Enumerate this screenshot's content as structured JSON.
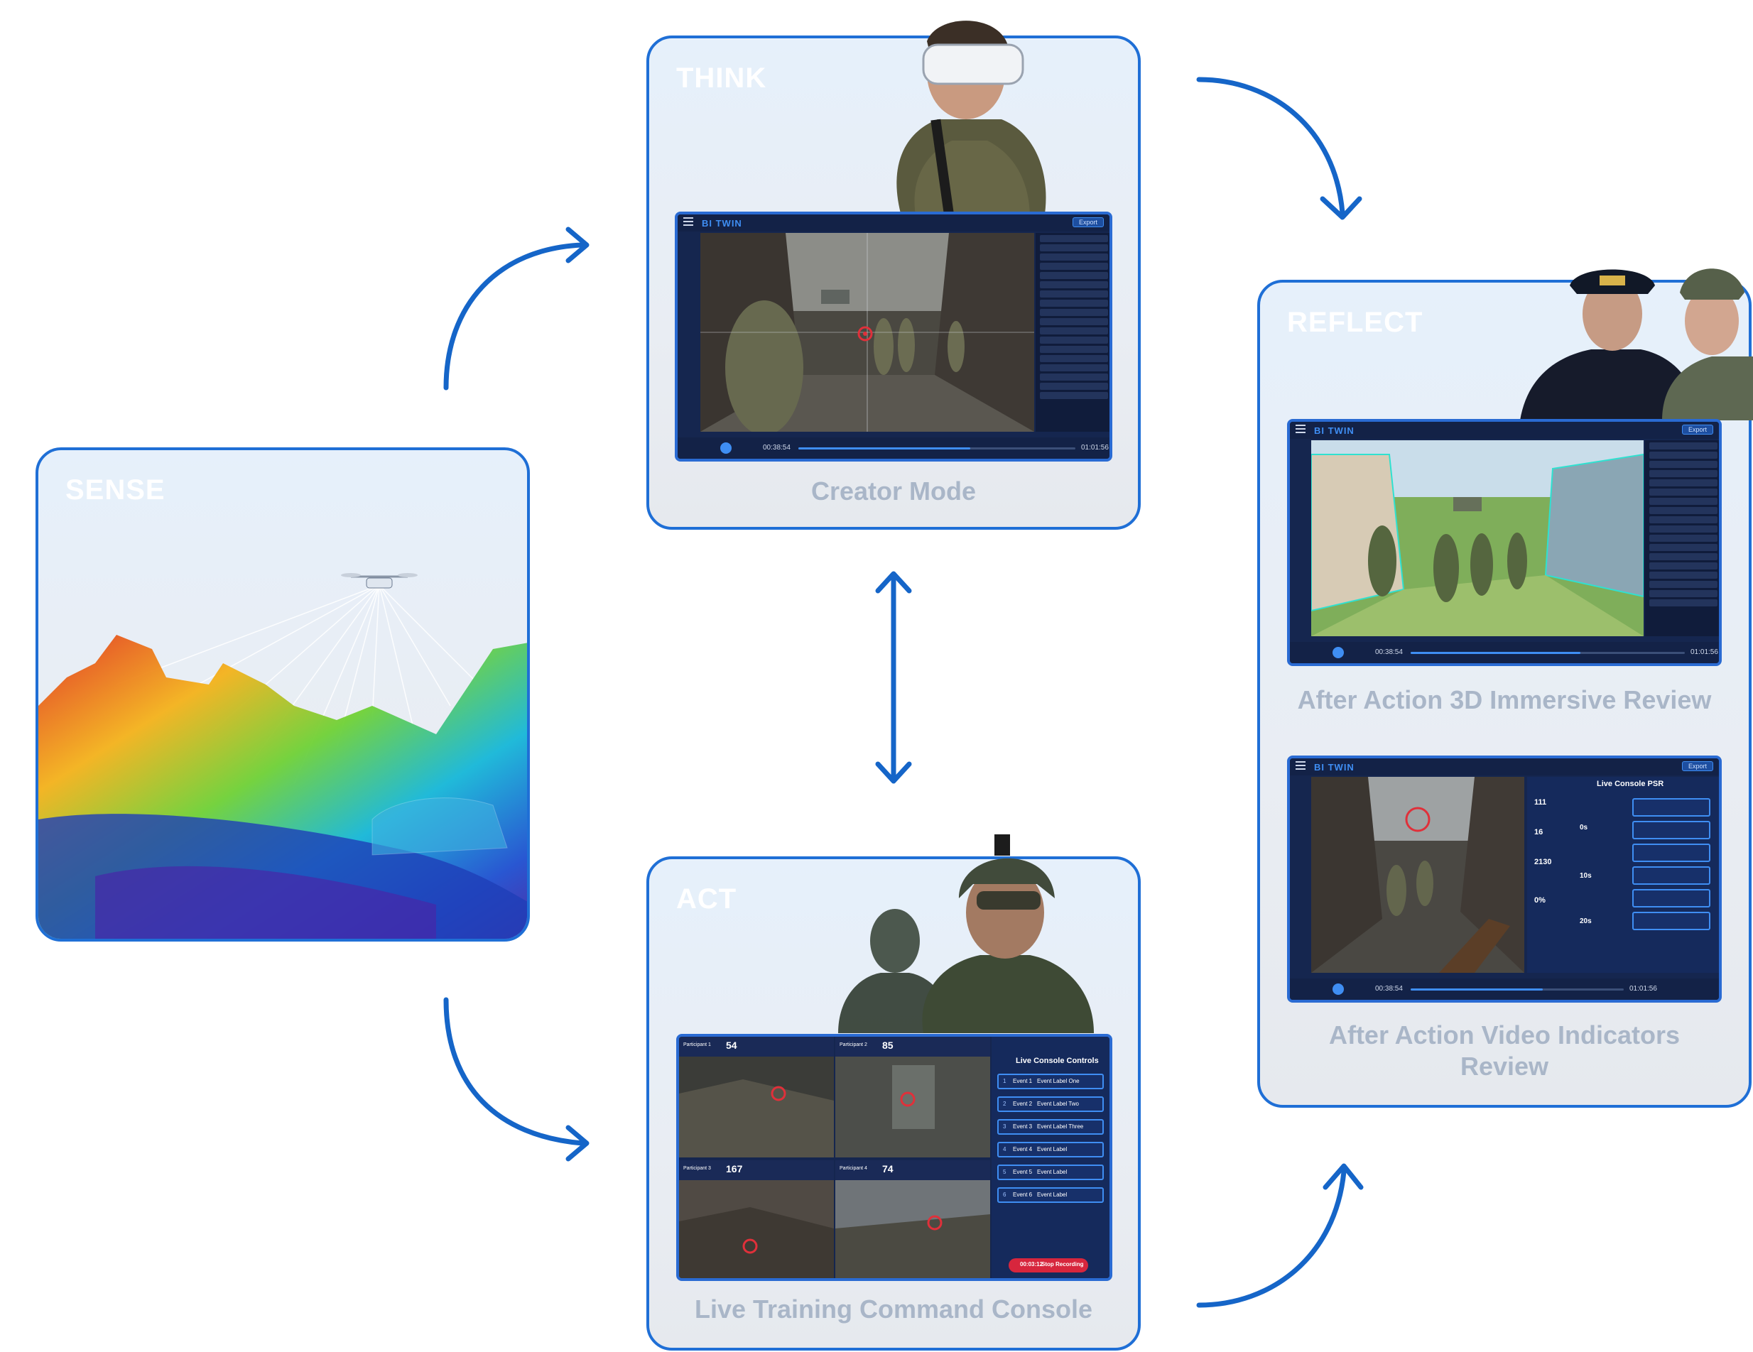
{
  "cards": {
    "sense": {
      "title": "SENSE"
    },
    "think": {
      "title": "THINK",
      "caption": "Creator Mode"
    },
    "act": {
      "title": "ACT",
      "caption": "Live Training Command Console"
    },
    "reflect": {
      "title": "REFLECT",
      "caption_3d": "After Action 3D Immersive Review",
      "caption_video_line1": "After Action Video Indicators",
      "caption_video_line2": "Review"
    }
  },
  "screens": {
    "brand": "BI TWIN",
    "export": "Export",
    "time_current": "00:38:54",
    "time_total": "01:01:56",
    "progress_fraction": 0.62,
    "live_console": {
      "title": "Live Console Controls",
      "events": [
        {
          "num": "1",
          "name": "Event 1",
          "label": "Event Label One"
        },
        {
          "num": "2",
          "name": "Event 2",
          "label": "Event Label Two"
        },
        {
          "num": "3",
          "name": "Event 3",
          "label": "Event Label Three"
        },
        {
          "num": "4",
          "name": "Event 4",
          "label": "Event Label"
        },
        {
          "num": "5",
          "name": "Event 5",
          "label": "Event Label"
        },
        {
          "num": "6",
          "name": "Event 6",
          "label": "Event Label"
        }
      ],
      "rec_time": "00:03:12",
      "stop_label": "Stop Recording",
      "participants": [
        {
          "name": "Participant 1",
          "bpm": "54"
        },
        {
          "name": "Participant 2",
          "bpm": "85"
        },
        {
          "name": "Participant 3",
          "bpm": "167"
        },
        {
          "name": "Participant 4",
          "bpm": "74"
        }
      ]
    },
    "video_review": {
      "title": "Live Console PSR",
      "stats": {
        "a": "111",
        "b": "16",
        "steps": "2130",
        "tunnel": "0%"
      },
      "aoi": [
        "0s",
        "10s",
        "20s"
      ]
    }
  },
  "colors": {
    "accent": "#1f6fd6",
    "card_bg": "#e6edf5",
    "caption": "#a9b6c8"
  }
}
